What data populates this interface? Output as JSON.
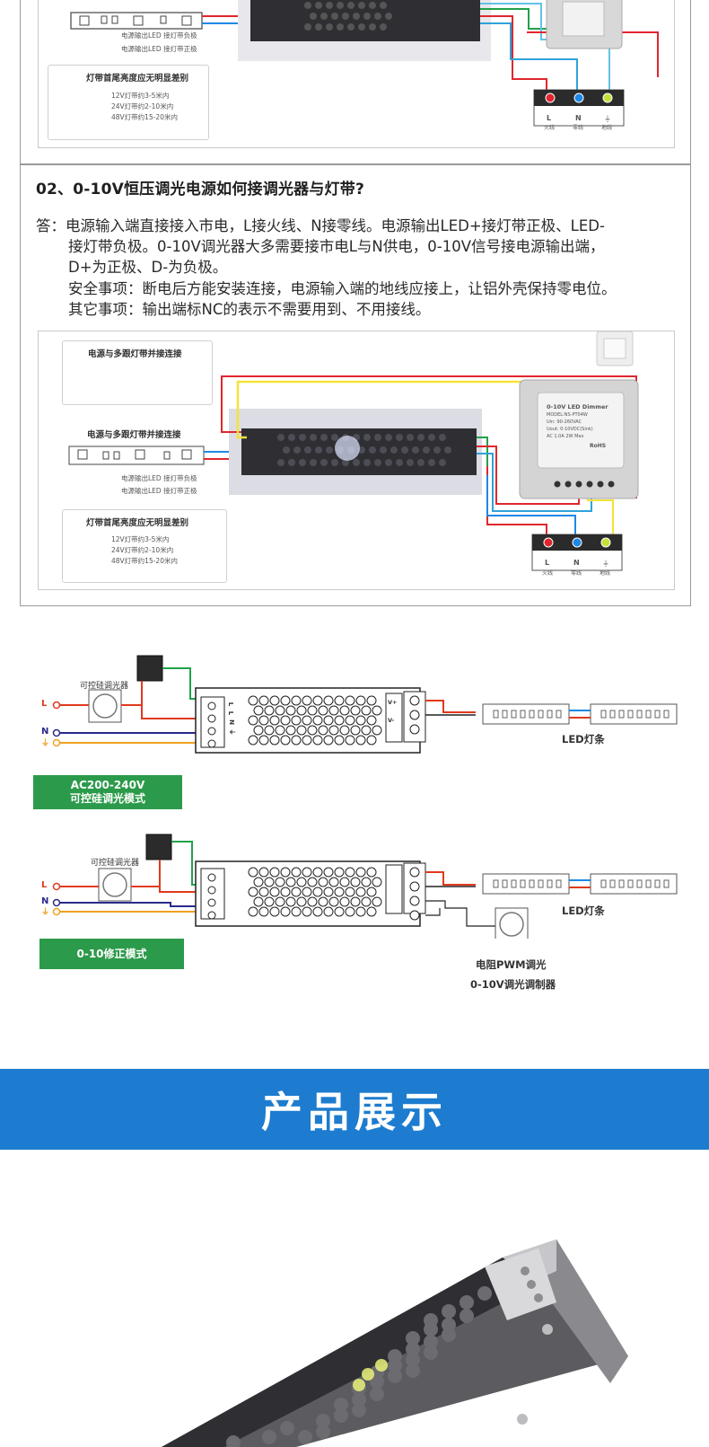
{
  "faq": {
    "question_title": "02、0-10V恒压调光电源如何接调光器与灯带?",
    "answer_lines": [
      "答：电源输入端直接接入市电，L接火线、N接零线。电源输出LED+接灯带正极、LED-",
      "接灯带负极。0-10V调光器大多需要接市电L与N供电，0-10V信号接电源输出端，",
      "D+为正极、D-为负极。",
      "安全事项：断电后方能安装连接，电源输入端的地线应接上，让铝外壳保持零电位。",
      "其它事项：输出端标NC的表示不需要用到、不用接线。"
    ]
  },
  "diagram_top": {
    "output_neg": "电源输出LED 接灯带负极",
    "output_pos": "电源输出LED 接灯带正极",
    "panel_title": "灯带首尾亮度应无明显差别",
    "panel_lines": [
      "12V灯带约3-5米内",
      "24V灯带约2-10米内",
      "48V灯带约15-20米内"
    ],
    "terminals": [
      {
        "letter": "L",
        "name": "火线",
        "color": "#e0262e"
      },
      {
        "letter": "N",
        "name": "零线",
        "color": "#1e88e5"
      },
      {
        "letter": "⏚",
        "name": "地线",
        "color": "#c6e03a"
      }
    ]
  },
  "diagram_mid": {
    "panel1_title": "电源与多跟灯带并接连接",
    "panel2_title": "电源与多跟灯带并接连接",
    "output_neg": "电源输出LED 接灯带负极",
    "output_pos": "电源输出LED 接灯带正极",
    "panel3_title": "灯带首尾亮度应无明显差别",
    "panel3_lines": [
      "12V灯带约3-5米内",
      "24V灯带约2-10米内",
      "48V灯带约15-20米内"
    ],
    "dimmer_title": "0-10V LED Dimmer",
    "dimmer_model": "MODEL:NS-PT04W",
    "dimmer_specs": [
      "Uin: 90-260VAC",
      "Uout: 0-10VDC(Sink)",
      "AC 1.0A 2W Max"
    ],
    "dimmer_rohs": "RoHS",
    "terminals": [
      {
        "letter": "L",
        "name": "火线",
        "color": "#e0262e"
      },
      {
        "letter": "N",
        "name": "零线",
        "color": "#1e88e5"
      },
      {
        "letter": "⏚",
        "name": "地线",
        "color": "#c6e03a"
      }
    ]
  },
  "wiring_a": {
    "dimmer_label": "可控硅调光器",
    "inputs": [
      {
        "letter": "L",
        "color": "#e03a1e"
      },
      {
        "letter": "N",
        "color": "#2a2a8a"
      },
      {
        "letter": "⏚",
        "color": "#f0a020"
      }
    ],
    "psu_labels": [
      "L",
      "L",
      "N",
      "⏚"
    ],
    "out_labels": [
      "V+",
      "V-"
    ],
    "led_label": "LED灯条",
    "badge_line1": "AC200-240V",
    "badge_line2": "可控硅调光模式"
  },
  "wiring_b": {
    "dimmer_label": "可控硅调光器",
    "inputs": [
      {
        "letter": "L",
        "color": "#e03a1e"
      },
      {
        "letter": "N",
        "color": "#2a2a8a"
      },
      {
        "letter": "⏚",
        "color": "#f0a020"
      }
    ],
    "led_label": "LED灯条",
    "pwm_label_line1": "电阻PWM调光",
    "pwm_label_line2": "0-10V调光调制器",
    "badge": "0-10修正模式"
  },
  "banner": {
    "title": "产品展示",
    "color": "#1d7ccf"
  }
}
